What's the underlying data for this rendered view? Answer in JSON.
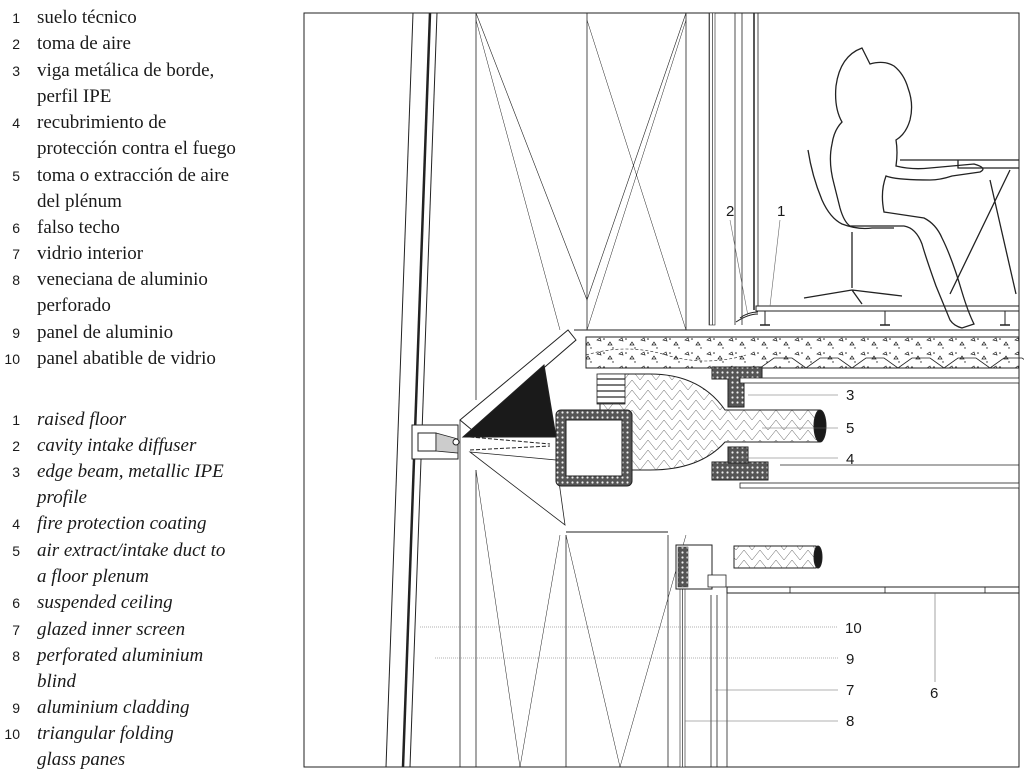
{
  "legend_es": [
    {
      "num": "1",
      "text": "suelo técnico"
    },
    {
      "num": "2",
      "text": "toma de aire"
    },
    {
      "num": "3",
      "text": "viga metálica de borde,\nperfil IPE"
    },
    {
      "num": "4",
      "text": "recubrimiento de\nprotección contra el fuego"
    },
    {
      "num": "5",
      "text": "toma o extracción de aire\ndel plénum"
    },
    {
      "num": "6",
      "text": "falso techo"
    },
    {
      "num": "7",
      "text": "vidrio interior"
    },
    {
      "num": "8",
      "text": "veneciana de aluminio\nperforado"
    },
    {
      "num": "9",
      "text": "panel de aluminio"
    },
    {
      "num": "10",
      "text": "panel abatible de vidrio"
    }
  ],
  "legend_en": [
    {
      "num": "1",
      "text": "raised floor"
    },
    {
      "num": "2",
      "text": "cavity intake diffuser"
    },
    {
      "num": "3",
      "text": "edge beam, metallic IPE\nprofile"
    },
    {
      "num": "4",
      "text": "fire protection coating"
    },
    {
      "num": "5",
      "text": "air extract/intake duct to\na floor plenum"
    },
    {
      "num": "6",
      "text": "suspended ceiling"
    },
    {
      "num": "7",
      "text": "glazed inner screen"
    },
    {
      "num": "8",
      "text": "perforated aluminium\nblind"
    },
    {
      "num": "9",
      "text": "aluminium cladding"
    },
    {
      "num": "10",
      "text": "triangular folding\nglass panes"
    }
  ],
  "callouts": {
    "c1": "1",
    "c2": "2",
    "c3": "3",
    "c4": "4",
    "c5": "5",
    "c6": "6",
    "c7": "7",
    "c8": "8",
    "c9": "9",
    "c10": "10"
  }
}
